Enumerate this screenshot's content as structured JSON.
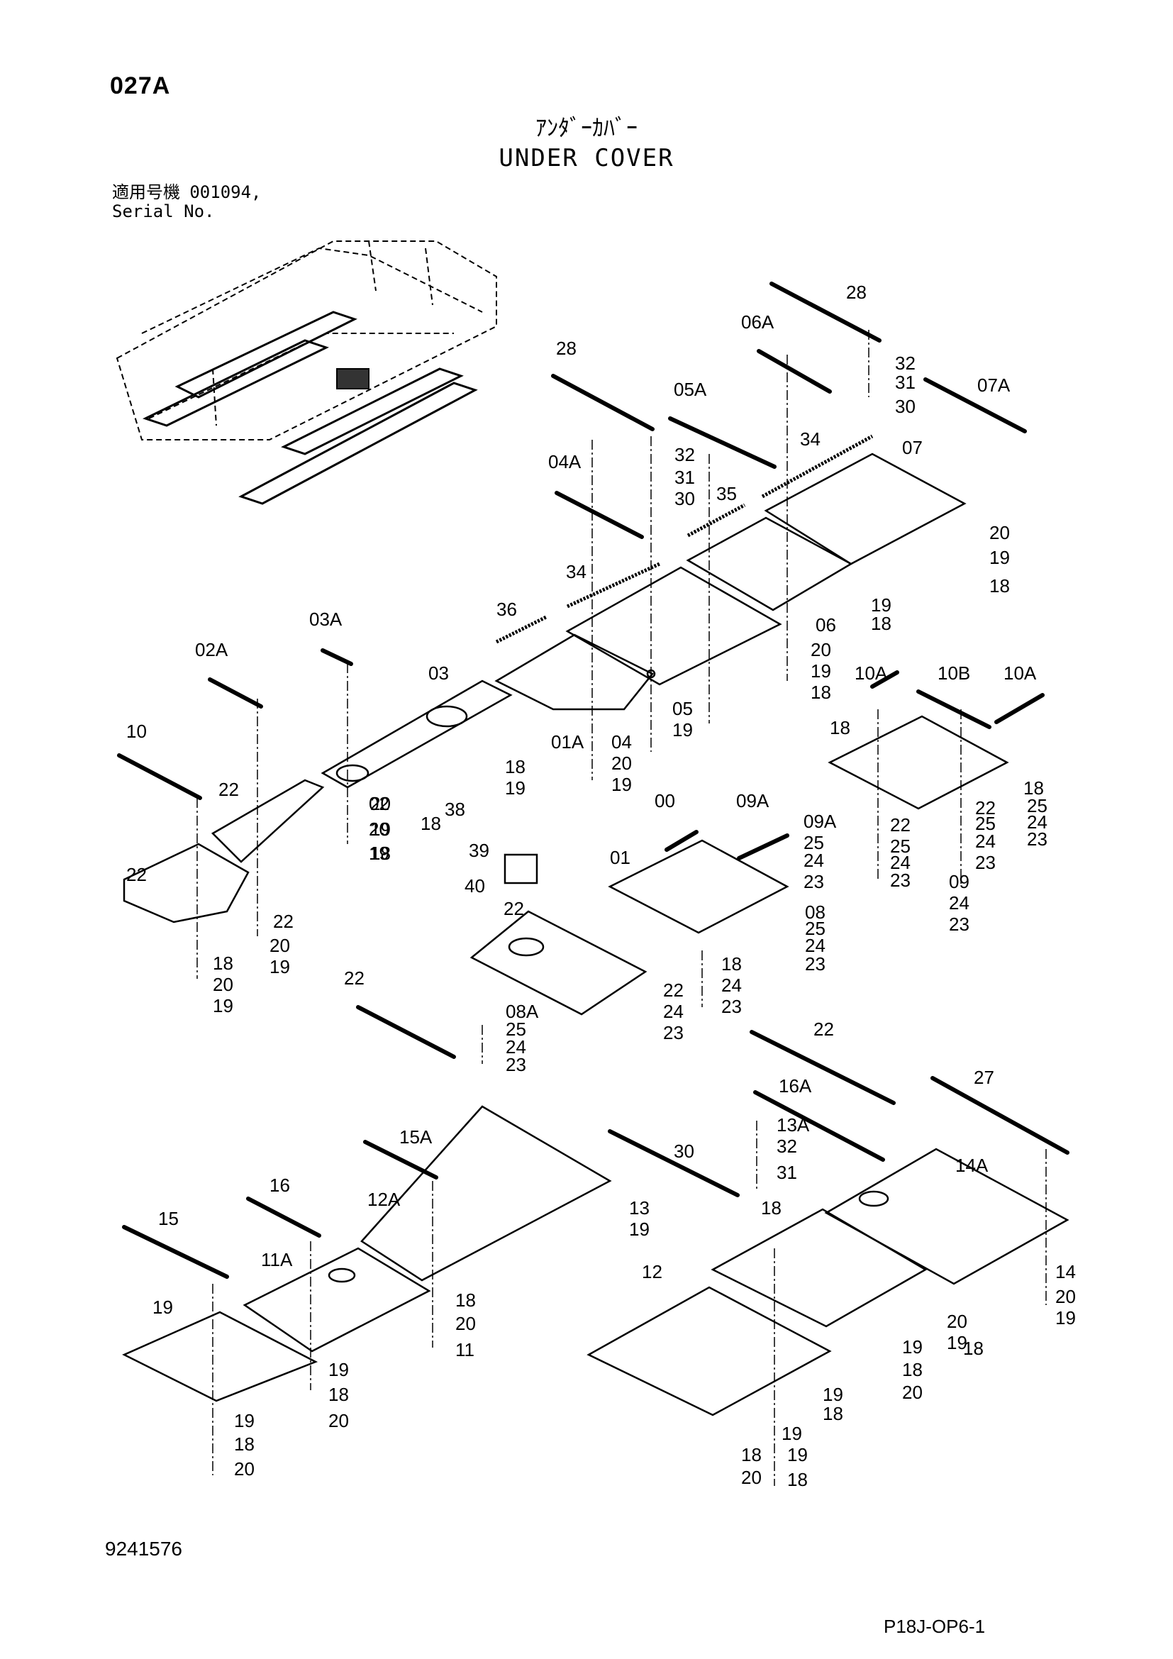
{
  "header": {
    "page_code": "027A",
    "title_jp": "ｱﾝﾀﾞｰｶﾊﾞｰ",
    "title_en": "UNDER COVER",
    "serial_label_jp": "適用号機",
    "serial_value": "001094,",
    "serial_label_en": "Serial No."
  },
  "footer": {
    "document_number": "9241576",
    "page_reference": "P18J-OP6-1"
  },
  "callouts": [
    "28",
    "06A",
    "32",
    "31",
    "30",
    "07A",
    "28",
    "05A",
    "32",
    "31",
    "30",
    "04A",
    "34",
    "07",
    "35",
    "20",
    "19",
    "18",
    "19",
    "18",
    "06",
    "34",
    "20",
    "19",
    "18",
    "36",
    "03A",
    "03",
    "20",
    "19",
    "18",
    "10A",
    "10B",
    "10A",
    "02A",
    "05",
    "19",
    "18",
    "10",
    "01A",
    "04",
    "20",
    "19",
    "18",
    "19",
    "18",
    "25",
    "24",
    "23",
    "22",
    "02",
    "20",
    "19",
    "18",
    "38",
    "39",
    "40",
    "00",
    "09A",
    "09A",
    "25",
    "24",
    "23",
    "22",
    "25",
    "24",
    "23",
    "22",
    "25",
    "24",
    "23",
    "22",
    "01",
    "09",
    "24",
    "23",
    "22",
    "08",
    "25",
    "24",
    "23",
    "22",
    "20",
    "19",
    "18",
    "20",
    "19",
    "18",
    "24",
    "23",
    "22",
    "08A",
    "25",
    "24",
    "23",
    "22",
    "24",
    "23",
    "22",
    "27",
    "16A",
    "15A",
    "13A",
    "32",
    "31",
    "30",
    "14A",
    "16",
    "12A",
    "13",
    "19",
    "18",
    "15",
    "11A",
    "12",
    "14",
    "20",
    "19",
    "18",
    "20",
    "19",
    "11",
    "20",
    "19",
    "18",
    "19",
    "18",
    "20",
    "19",
    "18",
    "20",
    "19",
    "18",
    "19",
    "18",
    "20",
    "19",
    "18",
    "20",
    "19",
    "18"
  ]
}
